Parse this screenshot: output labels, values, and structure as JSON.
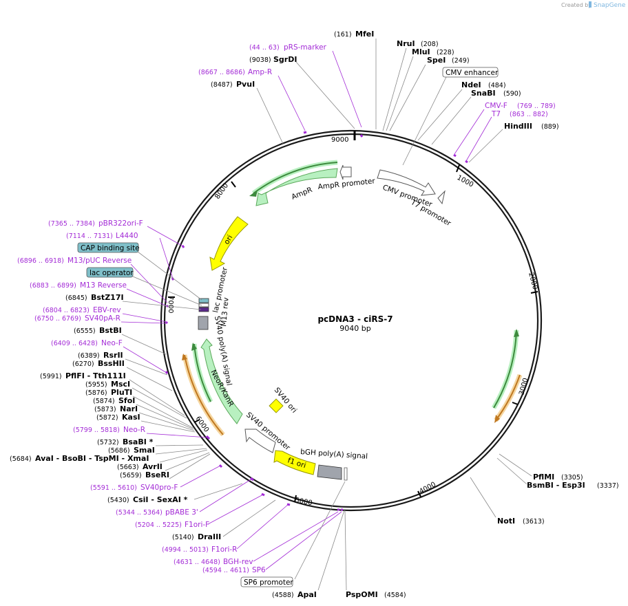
{
  "credit": {
    "prefix": "Created by",
    "brand": "SnapGene"
  },
  "plasmid": {
    "name": "pcDNA3 - ciRS-7",
    "size_label": "9040 bp"
  },
  "ticks": [
    "1000",
    "2000",
    "3000",
    "4000",
    "5000",
    "6000",
    "7000",
    "8000",
    "9000"
  ],
  "site_labels": [
    {
      "id": "mfei",
      "coord": "(161)",
      "name": "MfeI"
    },
    {
      "id": "prs-marker",
      "coord": "(44 .. 63)",
      "name": "pRS-marker"
    },
    {
      "id": "nrui",
      "coord": "(208)",
      "name": "NruI"
    },
    {
      "id": "mlui",
      "coord": "(228)",
      "name": "MluI"
    },
    {
      "id": "sgrdi",
      "coord": "(9038)",
      "name": "SgrDI"
    },
    {
      "id": "spei",
      "coord": "(249)",
      "name": "SpeI"
    },
    {
      "id": "amp-r",
      "coord": "(8667 .. 8686)",
      "name": "Amp-R"
    },
    {
      "id": "cmv-enhancer",
      "coord": "",
      "name": "CMV enhancer"
    },
    {
      "id": "pvui",
      "coord": "(8487)",
      "name": "PvuI"
    },
    {
      "id": "ndei",
      "coord": "(484)",
      "name": "NdeI"
    },
    {
      "id": "snabi",
      "coord": "(590)",
      "name": "SnaBI"
    },
    {
      "id": "cmv-f",
      "coord": "(769 .. 789)",
      "name": "CMV-F"
    },
    {
      "id": "t7",
      "coord": "(863 .. 882)",
      "name": "T7"
    },
    {
      "id": "hindiii",
      "coord": "(889)",
      "name": "HindIII"
    },
    {
      "id": "pbr322ori-f",
      "coord": "(7365 .. 7384)",
      "name": "pBR322ori-F"
    },
    {
      "id": "l4440",
      "coord": "(7114 .. 7131)",
      "name": "L4440"
    },
    {
      "id": "cap-binding-site",
      "coord": "",
      "name": "CAP binding site"
    },
    {
      "id": "m13-puc-reverse",
      "coord": "(6896 .. 6918)",
      "name": "M13/pUC Reverse"
    },
    {
      "id": "lac-operator",
      "coord": "",
      "name": "lac operator"
    },
    {
      "id": "m13-reverse",
      "coord": "(6883 .. 6899)",
      "name": "M13 Reverse"
    },
    {
      "id": "bstz17i",
      "coord": "(6845)",
      "name": "BstZ17I"
    },
    {
      "id": "ebv-rev",
      "coord": "(6804 .. 6823)",
      "name": "EBV-rev"
    },
    {
      "id": "sv40pa-r",
      "coord": "(6750 .. 6769)",
      "name": "SV40pA-R"
    },
    {
      "id": "bstbi",
      "coord": "(6555)",
      "name": "BstBI"
    },
    {
      "id": "neo-f",
      "coord": "(6409 .. 6428)",
      "name": "Neo-F"
    },
    {
      "id": "rsrii",
      "coord": "(6389)",
      "name": "RsrII"
    },
    {
      "id": "bsshii",
      "coord": "(6270)",
      "name": "BssHII"
    },
    {
      "id": "pflfi",
      "coord": "(5991)",
      "name": "PflFI - Tth111I"
    },
    {
      "id": "msci",
      "coord": "(5955)",
      "name": "MscI"
    },
    {
      "id": "pluti",
      "coord": "(5876)",
      "name": "PluTI"
    },
    {
      "id": "sfoi",
      "coord": "(5874)",
      "name": "SfoI"
    },
    {
      "id": "nari",
      "coord": "(5873)",
      "name": "NarI"
    },
    {
      "id": "kasi",
      "coord": "(5872)",
      "name": "KasI"
    },
    {
      "id": "neo-r",
      "coord": "(5799 .. 5818)",
      "name": "Neo-R"
    },
    {
      "id": "bsabi",
      "coord": "(5732)",
      "name": "BsaBI *"
    },
    {
      "id": "smai",
      "coord": "(5686)",
      "name": "SmaI"
    },
    {
      "id": "avai",
      "coord": "(5684)",
      "name": "AvaI - BsoBI - TspMI - XmaI"
    },
    {
      "id": "avrii",
      "coord": "(5663)",
      "name": "AvrII"
    },
    {
      "id": "bseri",
      "coord": "(5659)",
      "name": "BseRI"
    },
    {
      "id": "sv40pro-f",
      "coord": "(5591 .. 5610)",
      "name": "SV40pro-F"
    },
    {
      "id": "csii",
      "coord": "(5430)",
      "name": "CsiI - SexAI *"
    },
    {
      "id": "pbabe3",
      "coord": "(5344 .. 5364)",
      "name": "pBABE 3'"
    },
    {
      "id": "f1ori-f",
      "coord": "(5204 .. 5225)",
      "name": "F1ori-F"
    },
    {
      "id": "draiii",
      "coord": "(5140)",
      "name": "DraIII"
    },
    {
      "id": "f1ori-r",
      "coord": "(4994 .. 5013)",
      "name": "F1ori-R"
    },
    {
      "id": "bgh-rev",
      "coord": "(4631 .. 4648)",
      "name": "BGH-rev"
    },
    {
      "id": "sp6",
      "coord": "(4594 .. 4611)",
      "name": "SP6"
    },
    {
      "id": "sp6-promoter",
      "coord": "",
      "name": "SP6 promoter"
    },
    {
      "id": "apai",
      "coord": "(4588)",
      "name": "ApaI"
    },
    {
      "id": "pspomi",
      "coord": "(4584)",
      "name": "PspOMI"
    },
    {
      "id": "pflmi",
      "coord": "(3305)",
      "name": "PflMI"
    },
    {
      "id": "bsmbi",
      "coord": "(3337)",
      "name": "BsmBI - Esp3I"
    },
    {
      "id": "noti",
      "coord": "(3613)",
      "name": "NotI"
    }
  ],
  "features": {
    "ampr": "AmpR",
    "ampr-promoter": "AmpR promoter",
    "cmv-promoter": "CMV promoter",
    "t7-promoter": "T7 promoter",
    "ori": "ori",
    "lac-promoter": "lac promoter",
    "m13-rev": "M13 rev",
    "sv40-polya": "SV40 poly(A) signal",
    "neor-kanr": "NeoR/KanR",
    "sv40-ori": "SV40 ori",
    "sv40-promoter": "SV40 promoter",
    "f1-ori": "f1 ori",
    "bgh-polya": "bGH poly(A) signal"
  },
  "colors": {
    "ring": "#1a1a1a",
    "primer": "#a32bd6",
    "gene_green": "#b8f0c0",
    "gene_stroke": "#5aa85a",
    "ori_yellow": "#ffff00",
    "orange_arrow": "#f0a040",
    "box_teal": "#7fbfc9",
    "gray_block": "#a0a4ac"
  }
}
